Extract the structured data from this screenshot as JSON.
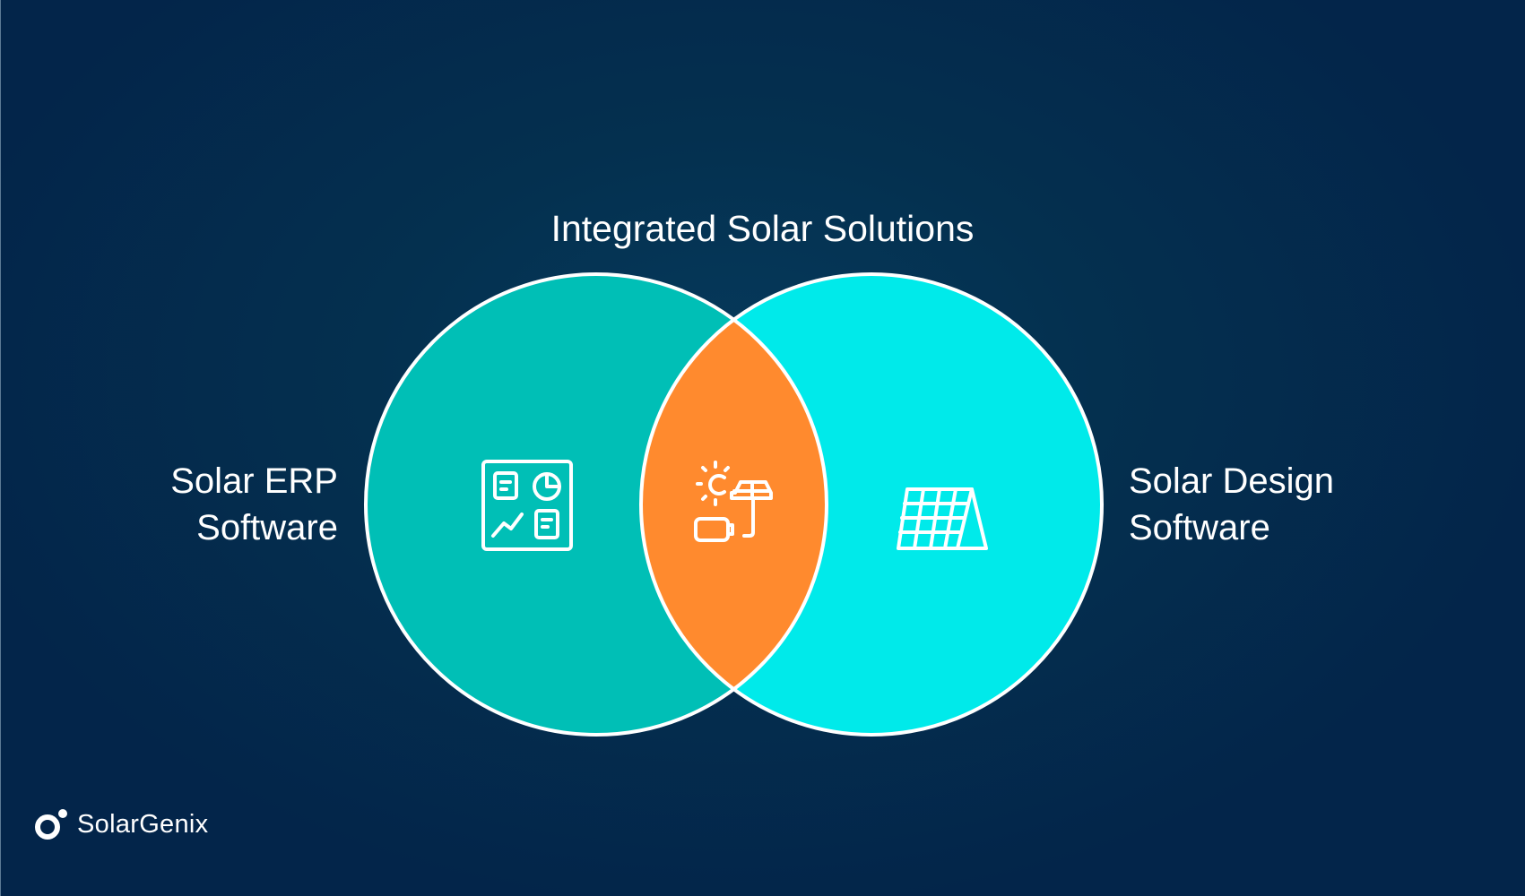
{
  "title": "Integrated Solar Solutions",
  "left_set": {
    "label_line1": "Solar ERP",
    "label_line2": "Software",
    "icon": "dashboard-icon",
    "color": "#00bfb6"
  },
  "right_set": {
    "label_line1": "Solar Design",
    "label_line2": "Software",
    "icon": "solar-panel-icon",
    "color": "#00eaea"
  },
  "intersection": {
    "icon": "solar-system-icon",
    "color": "#ff8a2e"
  },
  "brand": {
    "name": "SolarGenix",
    "icon": "logo-ring-icon"
  },
  "colors": {
    "background": "#03274a",
    "outline": "#ffffff"
  }
}
